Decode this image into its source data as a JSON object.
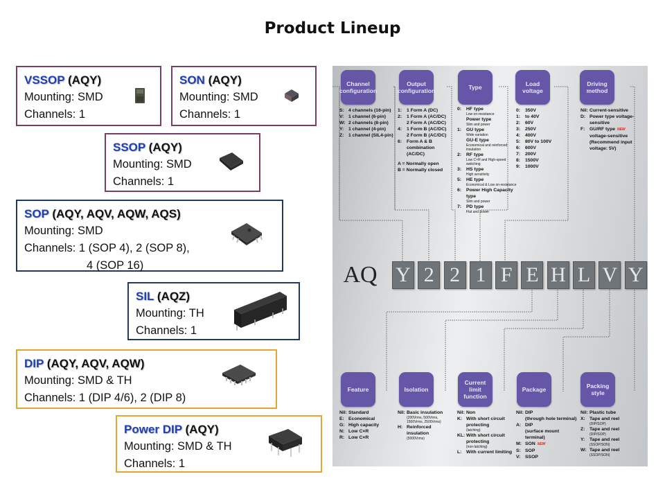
{
  "title": "Product Lineup",
  "cards": [
    {
      "package": "VSSOP",
      "series": "(AQY)",
      "mounting": "Mounting: SMD",
      "channels": "Channels: 1",
      "border": "purple",
      "chip": "vssop-chip"
    },
    {
      "package": "SON",
      "series": "(AQY)",
      "mounting": "Mounting: SMD",
      "channels": "Channels: 1",
      "border": "purple",
      "chip": "son-chip"
    },
    {
      "package": "SSOP",
      "series": "(AQY)",
      "mounting": "Mounting: SMD",
      "channels": "Channels: 1",
      "border": "purple",
      "chip": "ssop-chip"
    },
    {
      "package": "SOP",
      "series": "(AQY, AQV, AQW, AQS)",
      "mounting": "Mounting: SMD",
      "channels": "Channels: 1 (SOP 4), 2 (SOP 8),",
      "channels_cont": "4 (SOP 16)",
      "border": "navy",
      "chip": "sop-chip"
    },
    {
      "package": "SIL",
      "series": "(AQZ)",
      "mounting": "Mounting: TH",
      "channels": "Channels: 1",
      "border": "navy",
      "chip": "sil-chip"
    },
    {
      "package": "DIP",
      "series": "(AQY, AQV, AQW)",
      "mounting": "Mounting: SMD & TH",
      "channels": "Channels: 1 (DIP 4/6), 2 (DIP 8)",
      "border": "orange",
      "chip": "dip-chip"
    },
    {
      "package": "Power DIP",
      "series": "(AQY)",
      "mounting": "Mounting: SMD & TH",
      "channels": "Channels: 1",
      "border": "orange",
      "chip": "power-dip-chip"
    }
  ],
  "colors": {
    "package_name": "#1f3fb0",
    "purple_border": "#7a3e66",
    "navy_border": "#1f3a5f",
    "orange_border": "#e6a531",
    "category_box": "#6556a8",
    "new_badge": "#e02020"
  },
  "part_number": {
    "prefix": "AQ",
    "chars": [
      "Y",
      "2",
      "2",
      "1",
      "F",
      "E",
      "H",
      "L",
      "V",
      "Y"
    ]
  },
  "top_categories": [
    {
      "label": "Channel configuration",
      "options": [
        {
          "k": "S:",
          "v": "4 channels (16-pin)"
        },
        {
          "k": "V:",
          "v": "1 channel (6-pin)"
        },
        {
          "k": "W:",
          "v": "2 channels (8-pin)"
        },
        {
          "k": "Y:",
          "v": "1 channel (4-pin)"
        },
        {
          "k": "Z:",
          "v": "1 channel (SIL4-pin)"
        }
      ]
    },
    {
      "label": "Output configuration",
      "options": [
        {
          "k": "1:",
          "v": "1 Form A (DC)"
        },
        {
          "k": "2:",
          "v": "1 Form A (AC/DC)"
        },
        {
          "k": "",
          "v": "2 Form A (AC/DC)"
        },
        {
          "k": "4:",
          "v": "1 Form B (AC/DC)"
        },
        {
          "k": "",
          "v": "2 Form B (AC/DC)"
        },
        {
          "k": "6:",
          "v": "Form A & B combination (AC/DC)"
        }
      ],
      "notes": [
        "A = Normally open",
        "B = Normally closed"
      ]
    },
    {
      "label": "Type",
      "options": [
        {
          "k": "0:",
          "v": "HF type",
          "sub": "Low on-resistance"
        },
        {
          "k": "",
          "v": "Power type",
          "sub": "Slim and power"
        },
        {
          "k": "1:",
          "v": "GU type",
          "sub": "Wide variation"
        },
        {
          "k": "",
          "v": "GU-E type",
          "sub": "Economical and reinforced insulation"
        },
        {
          "k": "2:",
          "v": "RF type",
          "sub": "Low C×R and High-speed switching"
        },
        {
          "k": "3:",
          "v": "HS type",
          "sub": "High sensitivity"
        },
        {
          "k": "5:",
          "v": "HE type",
          "sub": "Economical & Low on-resistance"
        },
        {
          "k": "6:",
          "v": "Power High Capacity type",
          "sub": "Slim and power"
        },
        {
          "k": "7:",
          "v": "PD type",
          "sub": "Flat and power"
        }
      ]
    },
    {
      "label": "Load voltage",
      "options": [
        {
          "k": "0:",
          "v": "350V"
        },
        {
          "k": "1:",
          "v": "to 40V"
        },
        {
          "k": "2:",
          "v": "60V"
        },
        {
          "k": "3:",
          "v": "250V"
        },
        {
          "k": "4:",
          "v": "400V"
        },
        {
          "k": "5:",
          "v": "80V to 100V"
        },
        {
          "k": "6:",
          "v": "600V"
        },
        {
          "k": "7:",
          "v": "200V"
        },
        {
          "k": "8:",
          "v": "1500V"
        },
        {
          "k": "9:",
          "v": "1000V"
        }
      ]
    },
    {
      "label": "Driving method",
      "options": [
        {
          "k": "Nil:",
          "v": "Current-sensitive"
        },
        {
          "k": "D:",
          "v": "Power type voltage-sensitive"
        },
        {
          "k": "F:",
          "v": "GU/RF type",
          "new": "NEW",
          "cont": "voltage-sensitive (Recommend input voltage: 5V)"
        }
      ]
    }
  ],
  "bottom_categories": [
    {
      "label": "Feature",
      "options": [
        {
          "k": "Nil:",
          "v": "Standard"
        },
        {
          "k": "E:",
          "v": "Economical"
        },
        {
          "k": "G:",
          "v": "High capacity"
        },
        {
          "k": "N:",
          "v": "Low C×R"
        },
        {
          "k": "R:",
          "v": "Low C×R"
        }
      ]
    },
    {
      "label": "Isolation",
      "options": [
        {
          "k": "Nil:",
          "v": "Basic insulation",
          "sub": "(200Vrms, 500Vrms, 1500Vrms, 2500Vrms)"
        },
        {
          "k": "H:",
          "v": "Reinforced insulation",
          "sub": "(5000Vrms)"
        }
      ]
    },
    {
      "label": "Current limit function",
      "options": [
        {
          "k": "Nil:",
          "v": "Non"
        },
        {
          "k": "K:",
          "v": "With short circuit protecting",
          "sub": "(latching)"
        },
        {
          "k": "KL:",
          "v": "With short circuit protecting",
          "sub": "(non-latching)"
        },
        {
          "k": "L:",
          "v": "With current limiting"
        }
      ]
    },
    {
      "label": "Package",
      "options": [
        {
          "k": "Nil:",
          "v": "DIP",
          "sub2": "(through hole terminal)"
        },
        {
          "k": "A:",
          "v": "DIP",
          "sub2": "(surface mount terminal)"
        },
        {
          "k": "M:",
          "v": "SON",
          "new": "NEW"
        },
        {
          "k": "S:",
          "v": "SOP"
        },
        {
          "k": "V:",
          "v": "SSOP"
        }
      ]
    },
    {
      "label": "Packing style",
      "options": [
        {
          "k": "Nil:",
          "v": "Plastic tube"
        },
        {
          "k": "X:",
          "v": "Tape and reel",
          "sub": "(DIP/SOP)"
        },
        {
          "k": "Z:",
          "v": "Tape and reel",
          "sub": "(DIP/SOP)"
        },
        {
          "k": "Y:",
          "v": "Tape and reel",
          "sub": "(SSOP/SON)"
        },
        {
          "k": "W:",
          "v": "Tape and reel",
          "sub": "(SSOP/SON)"
        }
      ]
    }
  ]
}
